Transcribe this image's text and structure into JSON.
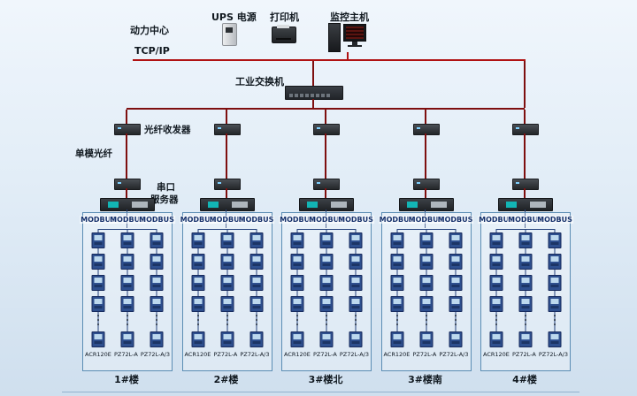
{
  "top": {
    "power_center": "动力中心",
    "ups": "UPS 电源",
    "printer": "打印机",
    "host": "监控主机",
    "tcpip": "TCP/IP",
    "switch": "工业交换机"
  },
  "left_labels": {
    "fiber_transceiver": "光纤收发器",
    "single_mode_fiber": "单模光纤",
    "serial_server_1": "串口",
    "serial_server_2": "服务器"
  },
  "bus_label": "MODBUS",
  "meter_models": [
    "ACR120E",
    "PZ72L-A",
    "PZ72L-A/3"
  ],
  "groups": [
    {
      "building": "1#楼"
    },
    {
      "building": "2#楼"
    },
    {
      "building": "3#楼北"
    },
    {
      "building": "3#楼南"
    },
    {
      "building": "4#楼"
    }
  ],
  "columns_per_group": 3,
  "meters_per_column_visible": 5,
  "palette": {
    "tcp_line": "#b01212",
    "drop_line": "#7e0f0f",
    "modbus_line": "#24407a",
    "box_border": "#5b8db4",
    "background_top": "#f0f6fc",
    "background_bottom": "#cfdfee"
  },
  "icons": {
    "ups": "ups-device-icon",
    "printer": "printer-icon",
    "host": "pc-with-monitor-icon",
    "switch": "industrial-switch-icon",
    "transceiver": "fiber-transceiver-icon",
    "server": "serial-server-icon",
    "meter": "power-meter-icon"
  }
}
